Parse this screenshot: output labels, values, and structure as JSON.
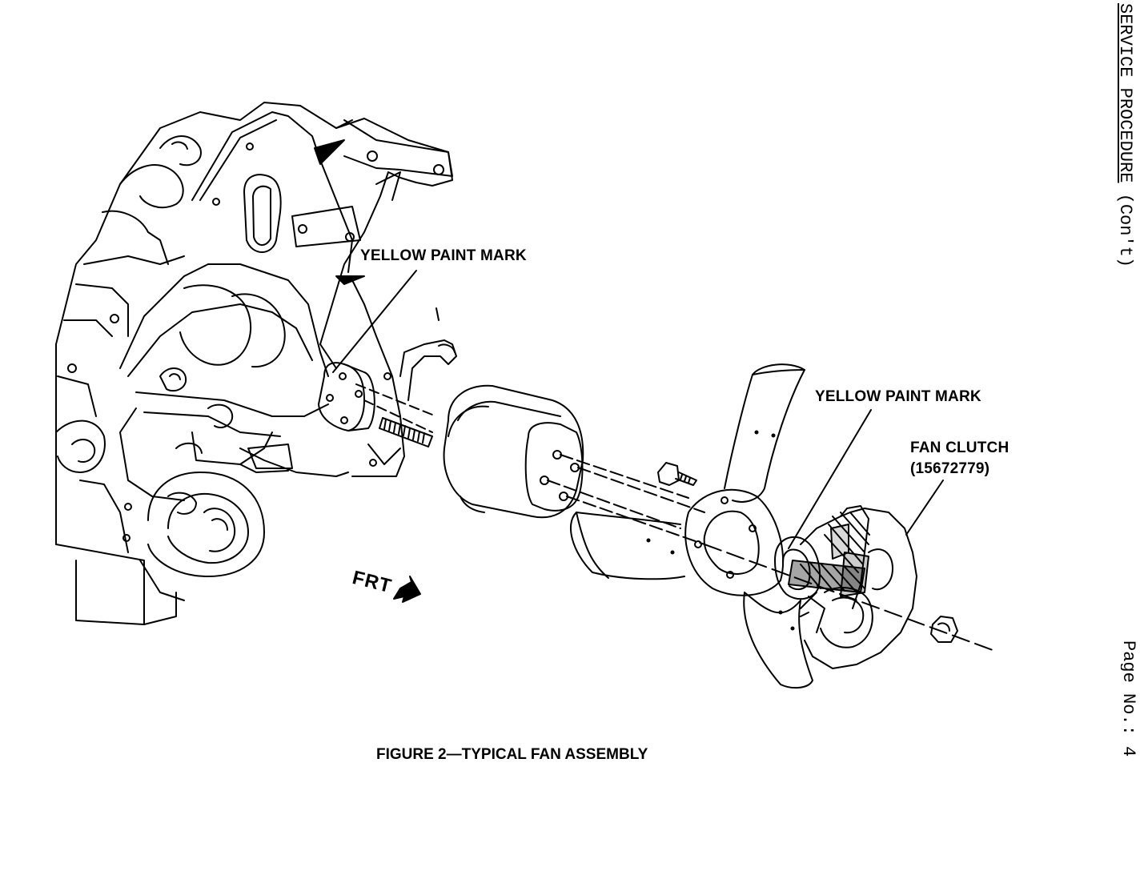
{
  "header": {
    "title_underlined": "SERVICE PROCEDURE",
    "title_suffix": " (Con't)"
  },
  "page_number": "Page No.: 4",
  "labels": {
    "yellow_paint_mark_1": "YELLOW PAINT MARK",
    "yellow_paint_mark_2": "YELLOW PAINT MARK",
    "fan_clutch": "FAN CLUTCH",
    "fan_clutch_part": "(15672779)",
    "front": "FRT"
  },
  "caption": "FIGURE 2—TYPICAL FAN ASSEMBLY"
}
